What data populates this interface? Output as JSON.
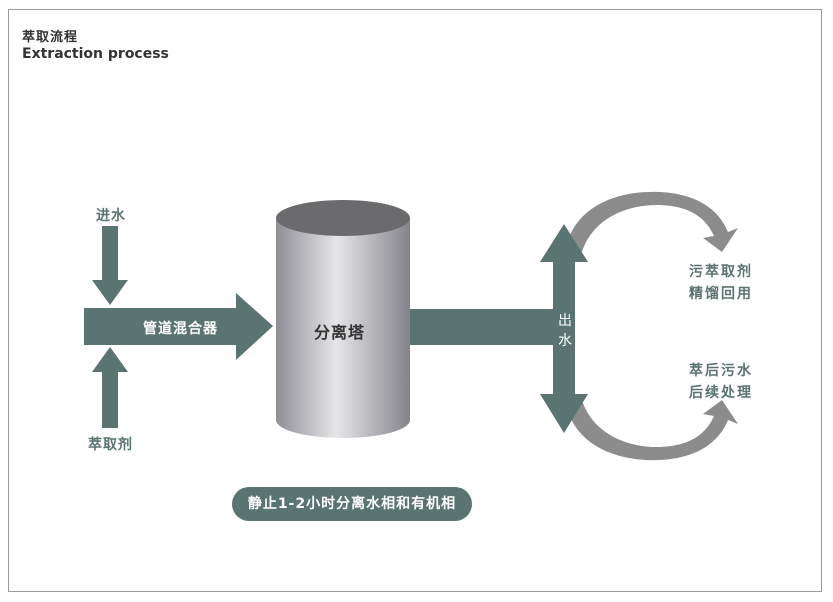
{
  "header": {
    "title_cn": "萃取流程",
    "title_en": "Extraction process"
  },
  "colors": {
    "teal": "#5a7471",
    "gray_arrow": "#8c8c8c",
    "tower_light": "#e2e2e4",
    "tower_dark": "#8a8990",
    "tower_top": "#6b6b6e"
  },
  "inputs": {
    "water_in": "进水",
    "extractant": "萃取剂",
    "mixer": "管道混合器"
  },
  "tower": {
    "label": "分离塔"
  },
  "outlet": {
    "label_line1": "出",
    "label_line2": "水"
  },
  "outputs": {
    "top": {
      "line1": "污萃取剂",
      "line2": "精馏回用"
    },
    "bottom": {
      "line1": "萃后污水",
      "line2": "后续处理"
    }
  },
  "note": "静止1-2小时分离水相和有机相"
}
